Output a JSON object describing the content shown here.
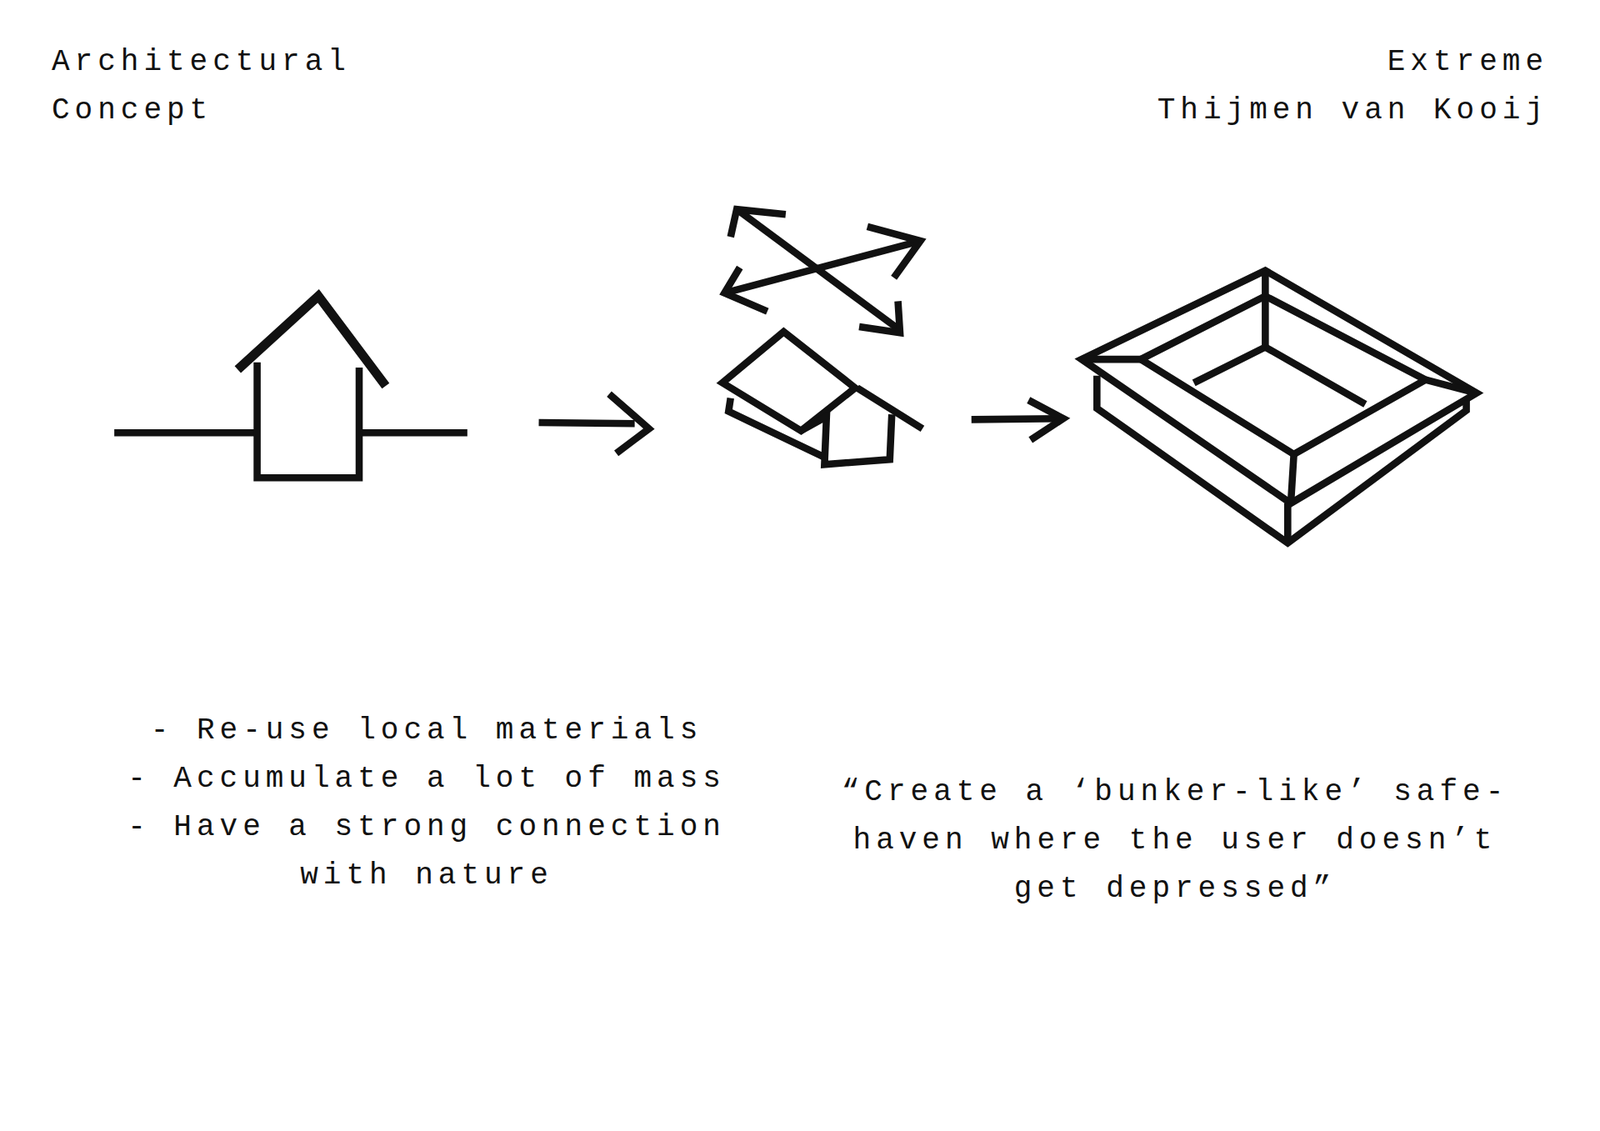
{
  "diagram": {
    "title": "Architectural Concept",
    "labels": [
      "Extreme",
      "Thijmen van Kooij",
      "- Re-use local materials",
      "- Accumulate a lot of mass",
      "- Have a strong connection with nature",
      "“Create a ‘bunker-like’ safe-haven where the user doesn’t get depressed”"
    ]
  }
}
